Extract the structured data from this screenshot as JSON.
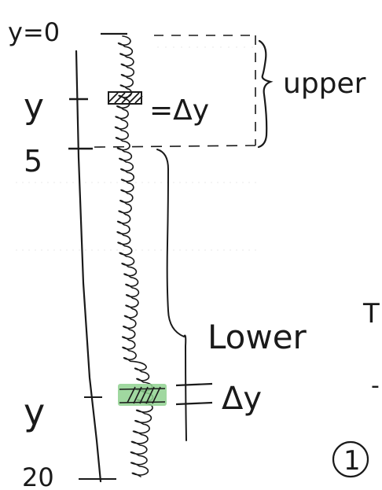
{
  "labels": {
    "y_top_label": "y=0",
    "y_label_upper": "y",
    "five_label": "5",
    "delta_upper": "=Δy",
    "upper_text": "upper",
    "lower_text": "Lower",
    "y_label_lower": "y",
    "delta_lower": "Δy",
    "twenty_label": "20",
    "circle_number": "1",
    "right_edge_mark_1": "T",
    "right_edge_mark_2": "-"
  },
  "colors": {
    "ink": "#1a1a1a",
    "highlight": "#8fd18f"
  }
}
